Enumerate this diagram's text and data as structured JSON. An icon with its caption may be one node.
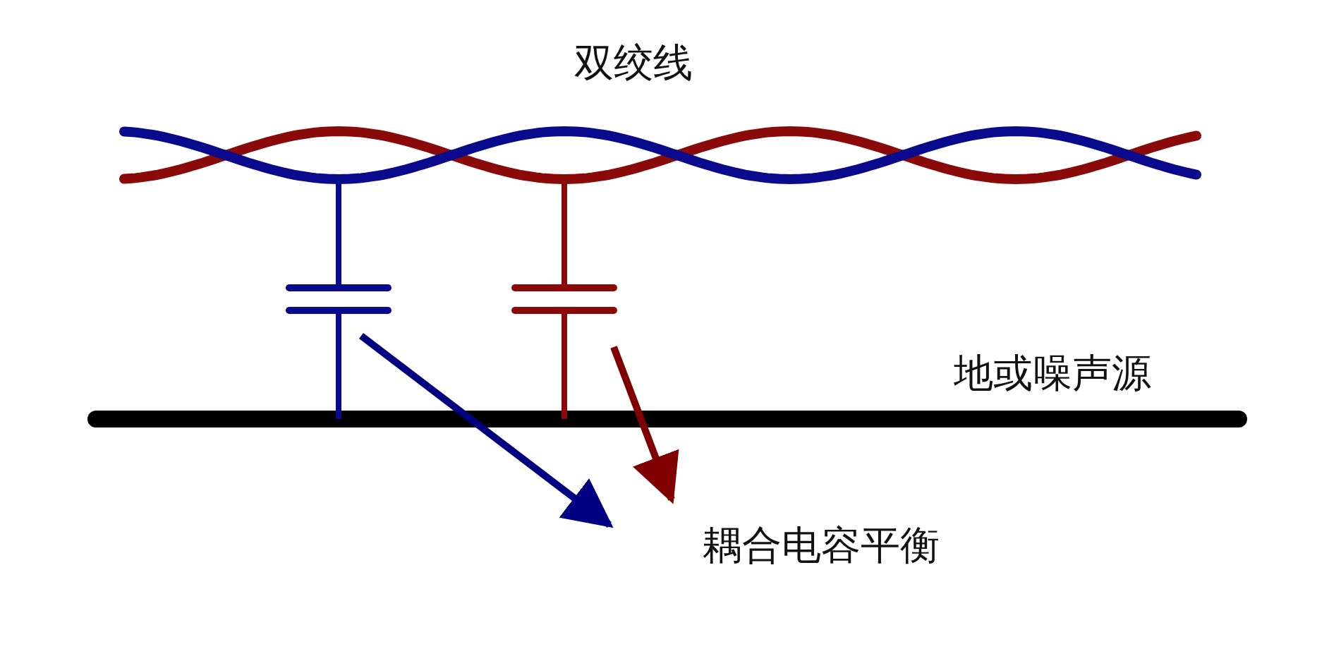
{
  "diagram": {
    "nodes": [
      {
        "text": [],
        "shape": "capacitor"
      },
      {
        "text": [],
        "shape": "capacitor"
      },
      {
        "text": [
          "耦合电容平衡"
        ]
      }
    ],
    "edges": [
      {
        "from": 0,
        "to": 2,
        "arrow": "to",
        "color": "#000080"
      },
      {
        "from": 1,
        "to": 2,
        "arrow": "to",
        "color": "#800000"
      }
    ],
    "labels": [
      "双绞线",
      "地或噪声源"
    ]
  }
}
